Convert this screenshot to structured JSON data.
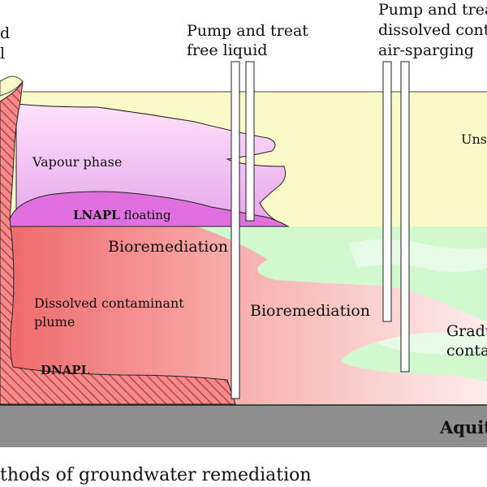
{
  "labels": {
    "top_left_line1": "d",
    "top_left_line2": "l",
    "pump_free_line1": "Pump and treat",
    "pump_free_line2": "free liquid",
    "pump_dissolved_line1": "Pump and treat",
    "pump_dissolved_line2": "dissolved conta",
    "pump_dissolved_line3": "air-sparging",
    "unsaturated": "Uns",
    "vapour_phase": "Vapour phase",
    "lnapl_bold": "LNAPL",
    "lnapl_rest": " floating",
    "bioremediation_1": "Bioremediation",
    "bioremediation_2": "Bioremediation",
    "dissolved_line1": "Dissolved contaminant",
    "dissolved_line2": "plume",
    "dnapl": "DNAPL",
    "gradu_line1": "Gradu",
    "gradu_line2": "conta",
    "aquitard": "Aquit",
    "caption": "thods of groundwater remediation"
  },
  "colors": {
    "unsaturated_zone": "#fafac8",
    "saturated_zone": "#d2f8d0",
    "vapour_top": "#fbd6f6",
    "vapour_bottom": "#e9a8ee",
    "lnapl": "#e070e0",
    "plume_left": "#f27070",
    "plume_right": "#fbe6e6",
    "hatch": "#d24a4a",
    "aquitard": "#8e8e8e",
    "aquitard_text": "#ffffff"
  }
}
